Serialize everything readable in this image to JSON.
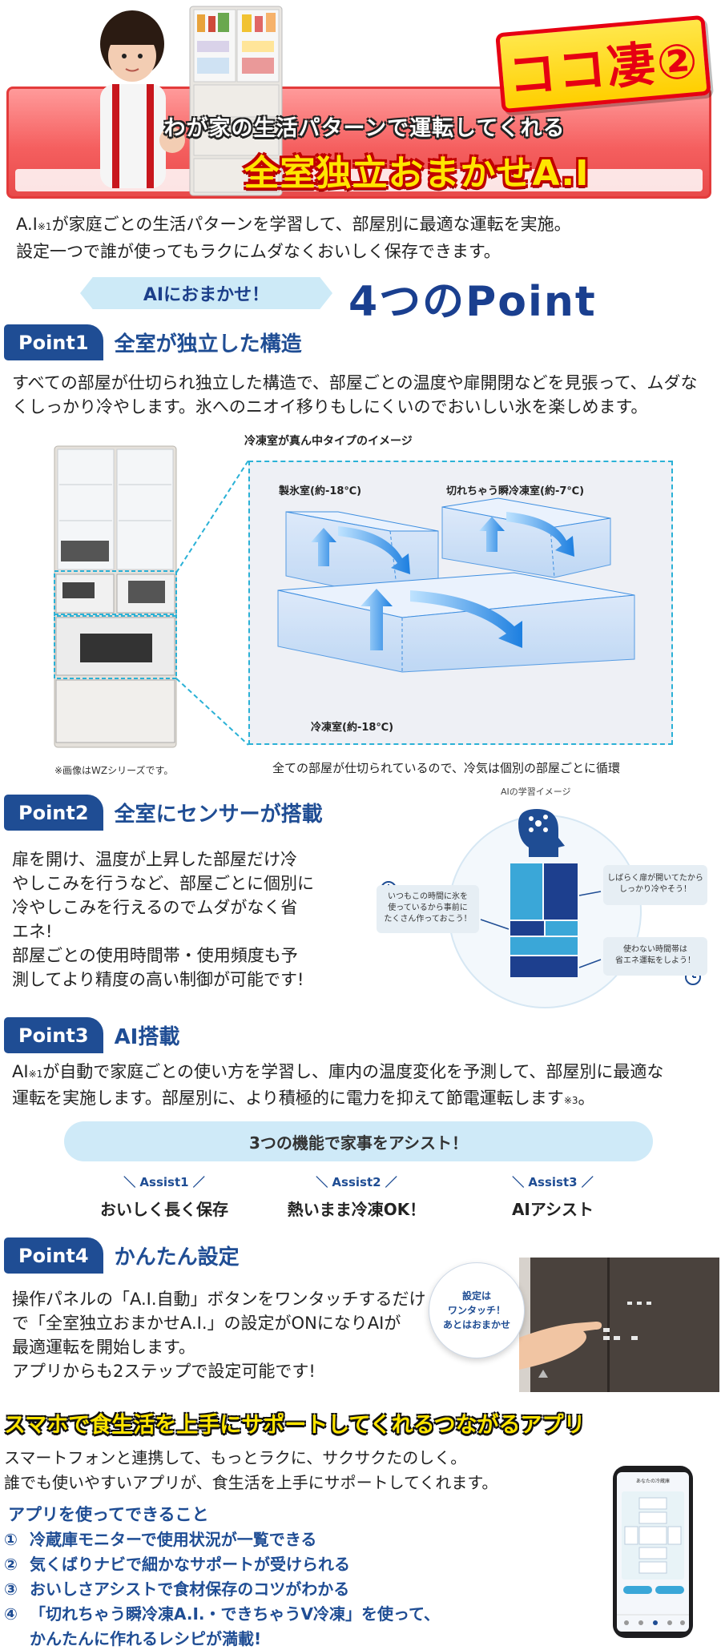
{
  "header": {
    "badge": "ココ凄②",
    "subtitle": "わが家の生活パターンで運転してくれる",
    "title": "全室独立おまかせA.I"
  },
  "intro": {
    "line1_pre": "A.I",
    "line1_sup": "※1",
    "line1_post": "が家庭ごとの生活パターンを学習して、部屋別に最適な運転を実施。",
    "line2": "設定一つで誰が使ってもラクにムダなくおいしく保存できます。"
  },
  "points_banner": {
    "pill": "AIにおまかせ！",
    "heading": "4つのPoint"
  },
  "point1": {
    "badge": "Point1",
    "title": "全室が独立した構造",
    "body": "すべての部屋が仕切られ独立した構造で、部屋ごとの温度や扉開閉などを見張って、ムダなくしっかり冷やします。氷へのニオイ移りもしにくいのでおいしい氷を楽しめます。",
    "figure_caption": "冷凍室が真ん中タイプのイメージ",
    "label_ice": "製氷室(約-18℃)",
    "label_instant": "切れちゃう瞬冷凍室(約-7℃)",
    "label_freezer": "冷凍室(約-18℃)",
    "note": "※画像はWZシリーズです。",
    "footnote": "全ての部屋が仕切られているので、冷気は個別の部屋ごとに循環"
  },
  "point2": {
    "badge": "Point2",
    "title": "全室にセンサーが搭載",
    "body_lines": [
      "扉を開け、温度が上昇した部屋だけ冷",
      "やしこみを行うなど、部屋ごとに個別に",
      "冷やしこみを行えるのでムダがなく省",
      "エネ!",
      "部屋ごとの使用時間帯・使用頻度も予",
      "測してより精度の高い制御が可能です!"
    ],
    "diagram_label": "AIの学習イメージ",
    "bubble_left": [
      "いつもこの時間に氷を",
      "使っているから事前に",
      "たくさん作っておこう！"
    ],
    "bubble_right_top": [
      "しばらく扉が開いてたから",
      "しっかり冷やそう！"
    ],
    "bubble_right_bottom": [
      "使わない時間帯は",
      "省エネ運転をしよう！"
    ]
  },
  "point3": {
    "badge": "Point3",
    "title": "AI搭載",
    "body_line1_pre": "AI",
    "body_line1_sup": "※1",
    "body_line1_post": "が自動で家庭ごとの使い方を学習し、庫内の温度変化を予測して、部屋別に最適な",
    "body_line2_pre": "運転を実施します。部屋別に、より積極的に電力を抑えて節電運転します",
    "body_line2_sup": "※3",
    "body_line2_post": "。",
    "assist_pill": "3つの機能で家事をアシスト！",
    "assists": [
      {
        "tag": "＼ Assist1 ／",
        "text": "おいしく長く保存"
      },
      {
        "tag": "＼ Assist2 ／",
        "text": "熱いまま冷凍OK！"
      },
      {
        "tag": "＼ Assist3 ／",
        "text": "AIアシスト"
      }
    ]
  },
  "point4": {
    "badge": "Point4",
    "title": "かんたん設定",
    "body_lines": [
      "操作パネルの「A.I.自動」ボタンをワンタッチするだけ",
      "で「全室独立おまかせA.I.」の設定がONになりAIが",
      "最適運転を開始します。",
      "アプリからも2ステップで設定可能です!"
    ],
    "bubble": [
      "設定は",
      "ワンタッチ！",
      "あとはおまかせ"
    ]
  },
  "app": {
    "title": "スマホで食生活を上手にサポートしてくれるつながるアプリ",
    "intro_line1": "スマートフォンと連携して、もっとラクに、サクサクたのしく。",
    "intro_line2": "誰でも使いやすいアプリが、食生活を上手にサポートしてくれます。",
    "subheading": "アプリを使ってできること",
    "items": [
      {
        "num": "①",
        "text": "冷蔵庫モニターで使用状況が一覧できる"
      },
      {
        "num": "②",
        "text": "気くばりナビで細かなサポートが受けられる"
      },
      {
        "num": "③",
        "text": "おいしさアシストで食材保存のコツがわかる"
      },
      {
        "num": "④",
        "text": "「切れちゃう瞬冷凍A.I.・できちゃうV冷凍」を使って、"
      }
    ],
    "item4_cont": "かんたんに作れるレシピが満載!",
    "phone_title": "あなたの冷蔵庫"
  },
  "colors": {
    "brand_blue": "#1f4d94",
    "hero_red": "#e84a4a",
    "accent_yellow": "#ffe500",
    "light_blue": "#cfeaf8"
  }
}
